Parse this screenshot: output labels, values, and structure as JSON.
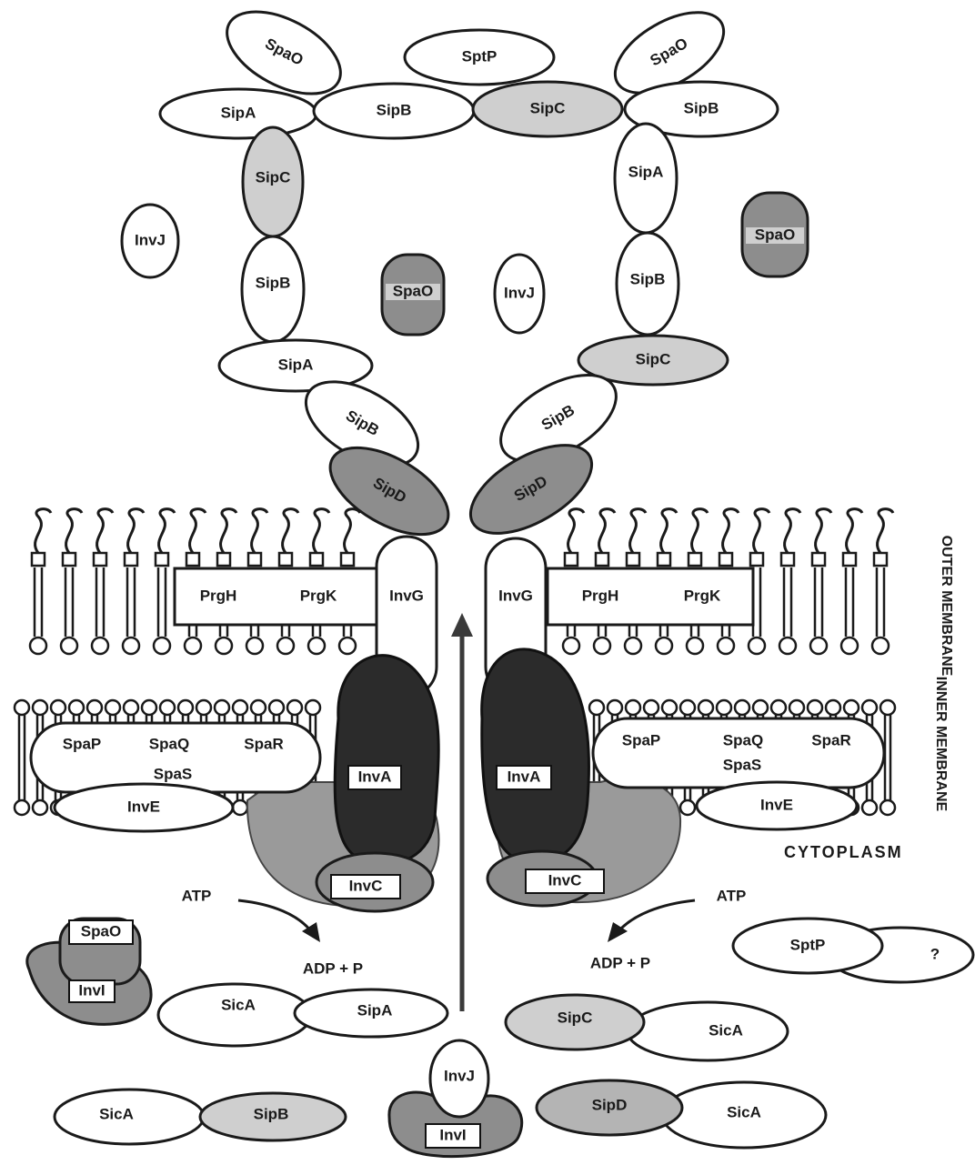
{
  "labels": {
    "spao_top_left": "SpaO",
    "sptp_top": "SptP",
    "spao_top_right": "SpaO",
    "sipa_top": "SipA",
    "sipb_top": "SipB",
    "sipc_top": "SipC",
    "sipb_top_right": "SipB",
    "sipc_left_col": "SipC",
    "sipb_left_col": "SipB",
    "sipa_left_mid": "SipA",
    "sipb_left_low": "SipB",
    "sipd_left": "SipD",
    "sipa_right_col": "SipA",
    "sipb_right_col": "SipB",
    "sipc_right_mid": "SipC",
    "sipb_right_low": "SipB",
    "sipd_right": "SipD",
    "invj_left": "InvJ",
    "spao_mid": "SpaO",
    "invj_mid": "InvJ",
    "spao_right": "SpaO",
    "prgh_left": "PrgH",
    "prgk_left": "PrgK",
    "invg_left": "InvG",
    "invg_right": "InvG",
    "prgh_right": "PrgH",
    "prgk_right": "PrgK",
    "spap_left": "SpaP",
    "spaq_left": "SpaQ",
    "spar_left": "SpaR",
    "spas_left": "SpaS",
    "inve_left": "InvE",
    "inva_left": "InvA",
    "invc_left": "InvC",
    "inva_right": "InvA",
    "invc_right": "InvC",
    "spap_right": "SpaP",
    "spaq_right": "SpaQ",
    "spas_right": "SpaS",
    "spar_right": "SpaR",
    "inve_right": "InvE",
    "cytoplasm": "CYTOPLASM",
    "outer_membrane": "OUTER MEMBRANE",
    "inner_membrane": "INNER MEMBRANE",
    "atp_left": "ATP",
    "adp_left": "ADP + P",
    "atp_right": "ATP",
    "adp_right": "ADP + P",
    "spao_bottom": "SpaO",
    "invi_left": "InvI",
    "sica_1": "SicA",
    "sipa_bottom": "SipA",
    "sipc_bottom": "SipC",
    "sica_2": "SicA",
    "sptp_bottom": "SptP",
    "unknown": "?",
    "sica_3": "SicA",
    "sipb_bottom": "SipB",
    "invj_bottom": "InvJ",
    "invi_bottom": "InvI",
    "sipd_bottom": "SipD",
    "sica_4": "SicA"
  }
}
